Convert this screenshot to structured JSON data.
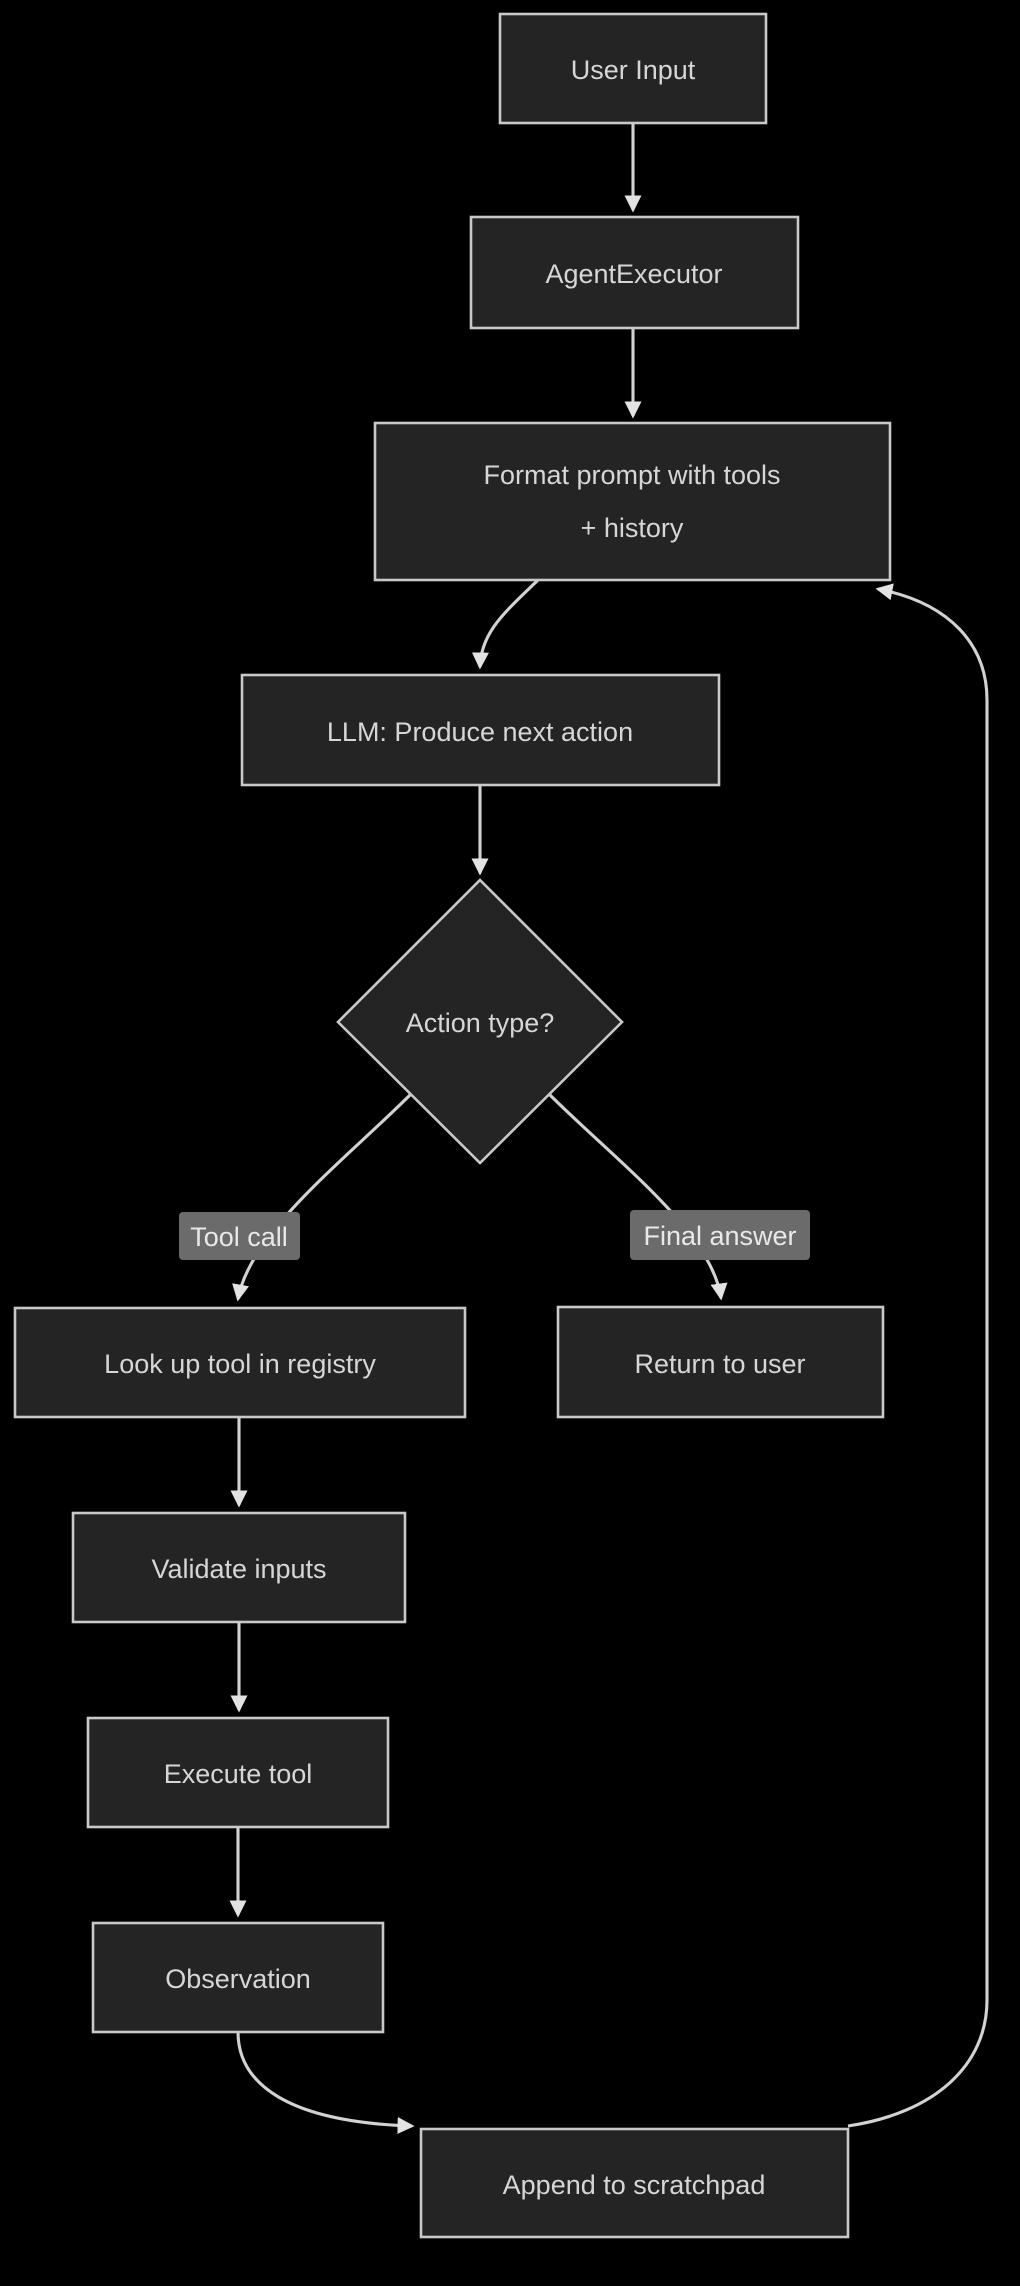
{
  "diagram": {
    "type": "flowchart",
    "direction": "top-down",
    "background": "#000000",
    "colors": {
      "node_fill": "#242424",
      "node_border": "#c9c9c9",
      "node_text": "#d6d6d6",
      "edge_line": "#d2d2d2",
      "arrowhead": "#e3e3e3",
      "edge_label_bg": "#6b6b6b",
      "edge_label_text": "#e9e9e9"
    },
    "nodes": {
      "user_input": {
        "label": "User Input",
        "shape": "rectangle"
      },
      "agent_executor": {
        "label": "AgentExecutor",
        "shape": "rectangle"
      },
      "format_prompt": {
        "line1": "Format prompt with tools",
        "line2": "+ history",
        "shape": "rectangle"
      },
      "llm": {
        "label": "LLM: Produce next action",
        "shape": "rectangle"
      },
      "decision": {
        "label": "Action type?",
        "shape": "diamond"
      },
      "tool_lookup": {
        "label": "Look up tool in registry",
        "shape": "rectangle"
      },
      "return_user": {
        "label": "Return to user",
        "shape": "rectangle"
      },
      "validate": {
        "label": "Validate inputs",
        "shape": "rectangle"
      },
      "execute": {
        "label": "Execute tool",
        "shape": "rectangle"
      },
      "observation": {
        "label": "Observation",
        "shape": "rectangle"
      },
      "append": {
        "label": "Append to scratchpad",
        "shape": "rectangle"
      }
    },
    "edge_labels": {
      "tool_call": "Tool call",
      "final_answer": "Final answer"
    },
    "edges": [
      {
        "from": "user_input",
        "to": "agent_executor"
      },
      {
        "from": "agent_executor",
        "to": "format_prompt"
      },
      {
        "from": "format_prompt",
        "to": "llm"
      },
      {
        "from": "llm",
        "to": "decision"
      },
      {
        "from": "decision",
        "to": "tool_lookup",
        "label": "Tool call"
      },
      {
        "from": "decision",
        "to": "return_user",
        "label": "Final answer"
      },
      {
        "from": "tool_lookup",
        "to": "validate"
      },
      {
        "from": "validate",
        "to": "execute"
      },
      {
        "from": "execute",
        "to": "observation"
      },
      {
        "from": "observation",
        "to": "append"
      },
      {
        "from": "append",
        "to": "format_prompt"
      }
    ]
  }
}
